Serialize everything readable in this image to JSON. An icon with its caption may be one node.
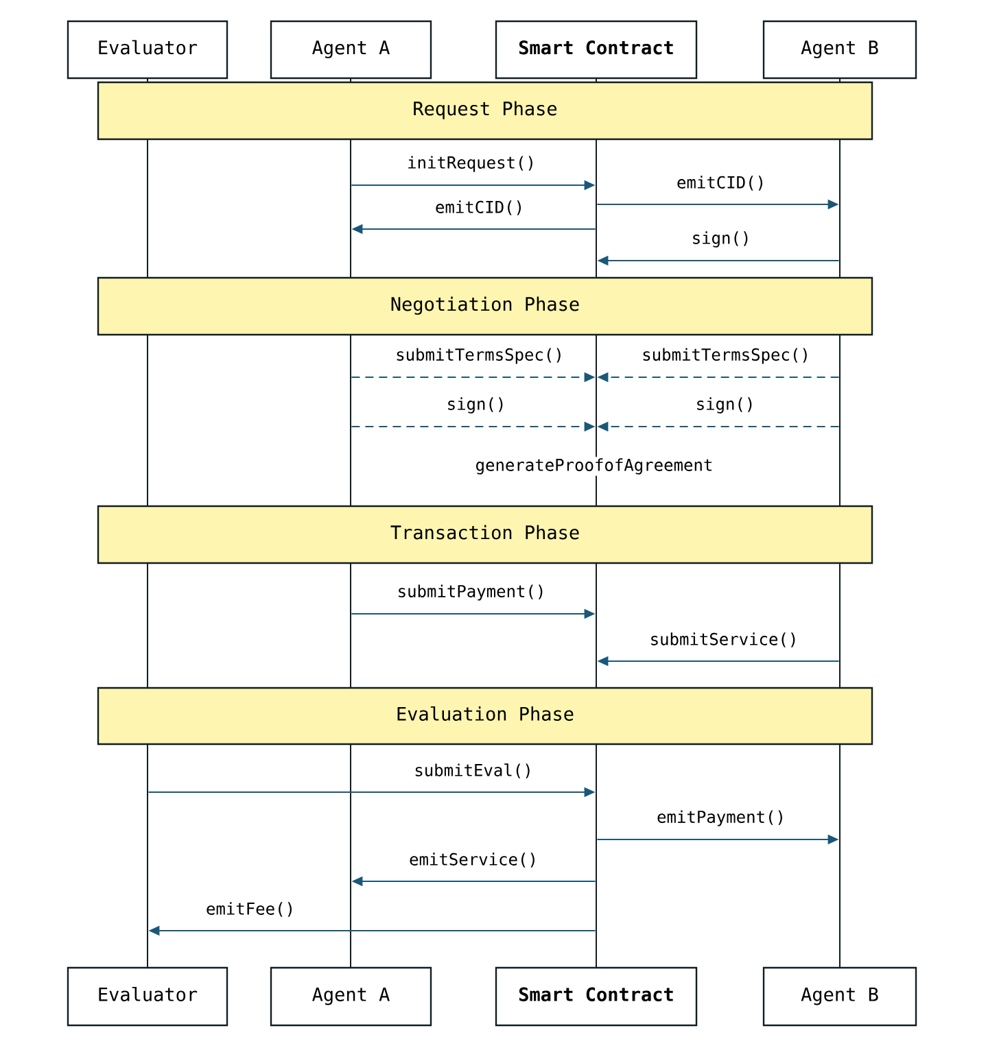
{
  "diagram": {
    "nodes": [
      {
        "text": [
          "Evaluator"
        ]
      },
      {
        "text": [
          "Agent A"
        ]
      },
      {
        "text": [
          "Smart Contract"
        ]
      },
      {
        "text": [
          "Agent B"
        ]
      },
      {
        "text": [
          "Request Phase"
        ]
      },
      {
        "text": [
          "Negotiation Phase"
        ]
      },
      {
        "text": [
          "Transaction Phase"
        ]
      },
      {
        "text": [
          "Evaluation Phase"
        ]
      },
      {
        "text": [
          "Evaluator"
        ]
      },
      {
        "text": [
          "Agent A"
        ]
      },
      {
        "text": [
          "Smart Contract"
        ]
      },
      {
        "text": [
          "Agent B"
        ]
      },
      {
        "text": [],
        "shape": "line"
      },
      {
        "text": [],
        "shape": "line"
      },
      {
        "text": [],
        "shape": "line"
      },
      {
        "text": [],
        "shape": "line"
      }
    ],
    "edges": [
      {
        "from": 13,
        "to": 14,
        "arrow": "to",
        "label": "initRequest()"
      },
      {
        "from": 14,
        "to": 15,
        "arrow": "to",
        "label": "emitCID()"
      },
      {
        "from": 14,
        "to": 13,
        "arrow": "to",
        "label": "emitCID()"
      },
      {
        "from": 15,
        "to": 14,
        "arrow": "to",
        "label": "sign()"
      },
      {
        "from": 13,
        "to": 14,
        "arrow": "to",
        "label": "submitTermsSpec()",
        "style": "dashed"
      },
      {
        "from": 15,
        "to": 14,
        "arrow": "to",
        "label": "submitTermsSpec()",
        "style": "dashed"
      },
      {
        "from": 13,
        "to": 14,
        "arrow": "to",
        "label": "sign()",
        "style": "dashed"
      },
      {
        "from": 15,
        "to": 14,
        "arrow": "to",
        "label": "sign()",
        "style": "dashed"
      },
      {
        "from": 13,
        "to": 14,
        "arrow": "to",
        "label": "submitPayment()"
      },
      {
        "from": 15,
        "to": 14,
        "arrow": "to",
        "label": "submitService()"
      },
      {
        "from": 12,
        "to": 14,
        "arrow": "to",
        "label": "submitEval()"
      },
      {
        "from": 14,
        "to": 15,
        "arrow": "to",
        "label": "emitPayment()"
      },
      {
        "from": 14,
        "to": 13,
        "arrow": "to",
        "label": "emitService()"
      },
      {
        "from": 14,
        "to": 12,
        "arrow": "to",
        "label": "emitFee()"
      }
    ],
    "labels": [
      "generateProofofAgreement"
    ]
  }
}
